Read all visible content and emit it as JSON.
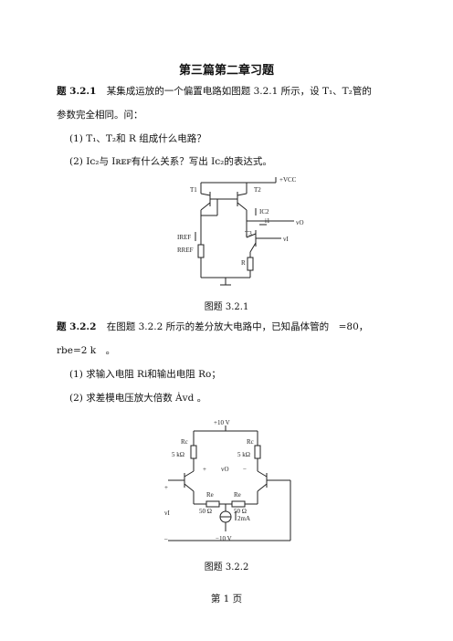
{
  "page": {
    "title": "第三篇第二章习题",
    "footer": "第 1 页"
  },
  "problem1": {
    "label": "题 3.2.1",
    "text_line1": "某集成运放的一个偏置电路如图题 3.2.1 所示，设 T₁、T₂管的",
    "text_line2": "参数完全相同。问：",
    "q1": "(1) T₁、T₂和 R 组成什么电路？",
    "q2": "(2) Iᴄ₂与 Iʀᴇꜰ有什么关系？写出 Iᴄ₂的表达式。",
    "caption": "图题 3.2.1",
    "circuit": {
      "vcc": "+VCC",
      "t1": "T1",
      "t2": "T2",
      "t3": "T3",
      "ic2": "IC2",
      "i1": "i1",
      "vo": "vO",
      "vi": "vI",
      "iref": "IREF",
      "rref": "RREF",
      "r": "R"
    }
  },
  "problem2": {
    "label": "题 3.2.2",
    "text_line1": "在图题 3.2.2 所示的差分放大电路中，已知晶体管的　=80，",
    "text_line2": "rbe=2 k　。",
    "q1": "(1) 求输入电阻 Ri和输出电阻 Ro；",
    "q2": "(2) 求差模电压放大倍数 Ȧvd 。",
    "caption": "图题 3.2.2",
    "circuit": {
      "vplus": "+10 V",
      "vminus": "−10 V",
      "rc_left": "Rc",
      "rc_right": "Rc",
      "rc_left_val": "5 kΩ",
      "rc_right_val": "5 kΩ",
      "re_left": "Re",
      "re_right": "Re",
      "re_left_val": "50 Ω",
      "re_right_val": "50 Ω",
      "plus": "+",
      "minus": "−",
      "vo": "vO",
      "vi": "vI",
      "in_plus": "+",
      "in_minus": "_",
      "current": "2mA"
    }
  }
}
